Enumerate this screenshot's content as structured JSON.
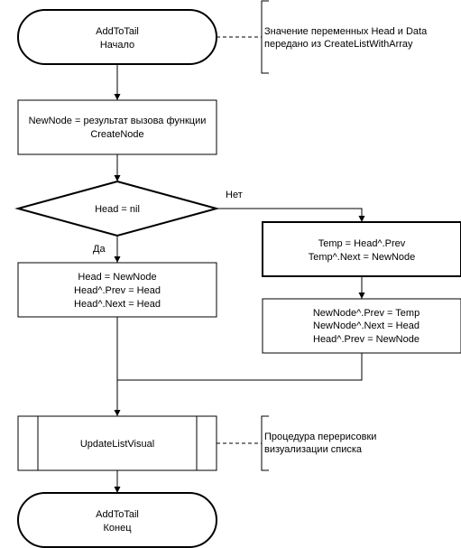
{
  "flowchart": {
    "start": {
      "line1": "AddToTail",
      "line2": "Начало"
    },
    "start_note": {
      "line1": "Значение переменных Head и Data",
      "line2": "передано из CreateListWithArray"
    },
    "create_node": {
      "line1": "NewNode = результат вызова функции",
      "line2": "CreateNode"
    },
    "decision": {
      "label": "Head = nil",
      "no_label": "Нет",
      "yes_label": "Да"
    },
    "yes_block": {
      "line1": "Head = NewNode",
      "line2": "Head^.Prev = Head",
      "line3": "Head^.Next = Head"
    },
    "no_block_1": {
      "line1": "Temp = Head^.Prev",
      "line2": "Temp^.Next = NewNode"
    },
    "no_block_2": {
      "line1": "NewNode^.Prev = Temp",
      "line2": "NewNode^.Next = Head",
      "line3": "Head^.Prev = NewNode"
    },
    "update": {
      "label": "UpdateListVisual"
    },
    "update_note": {
      "line1": "Процедура перерисовки",
      "line2": "визуализации списка"
    },
    "end": {
      "line1": "AddToTail",
      "line2": "Конец"
    }
  }
}
